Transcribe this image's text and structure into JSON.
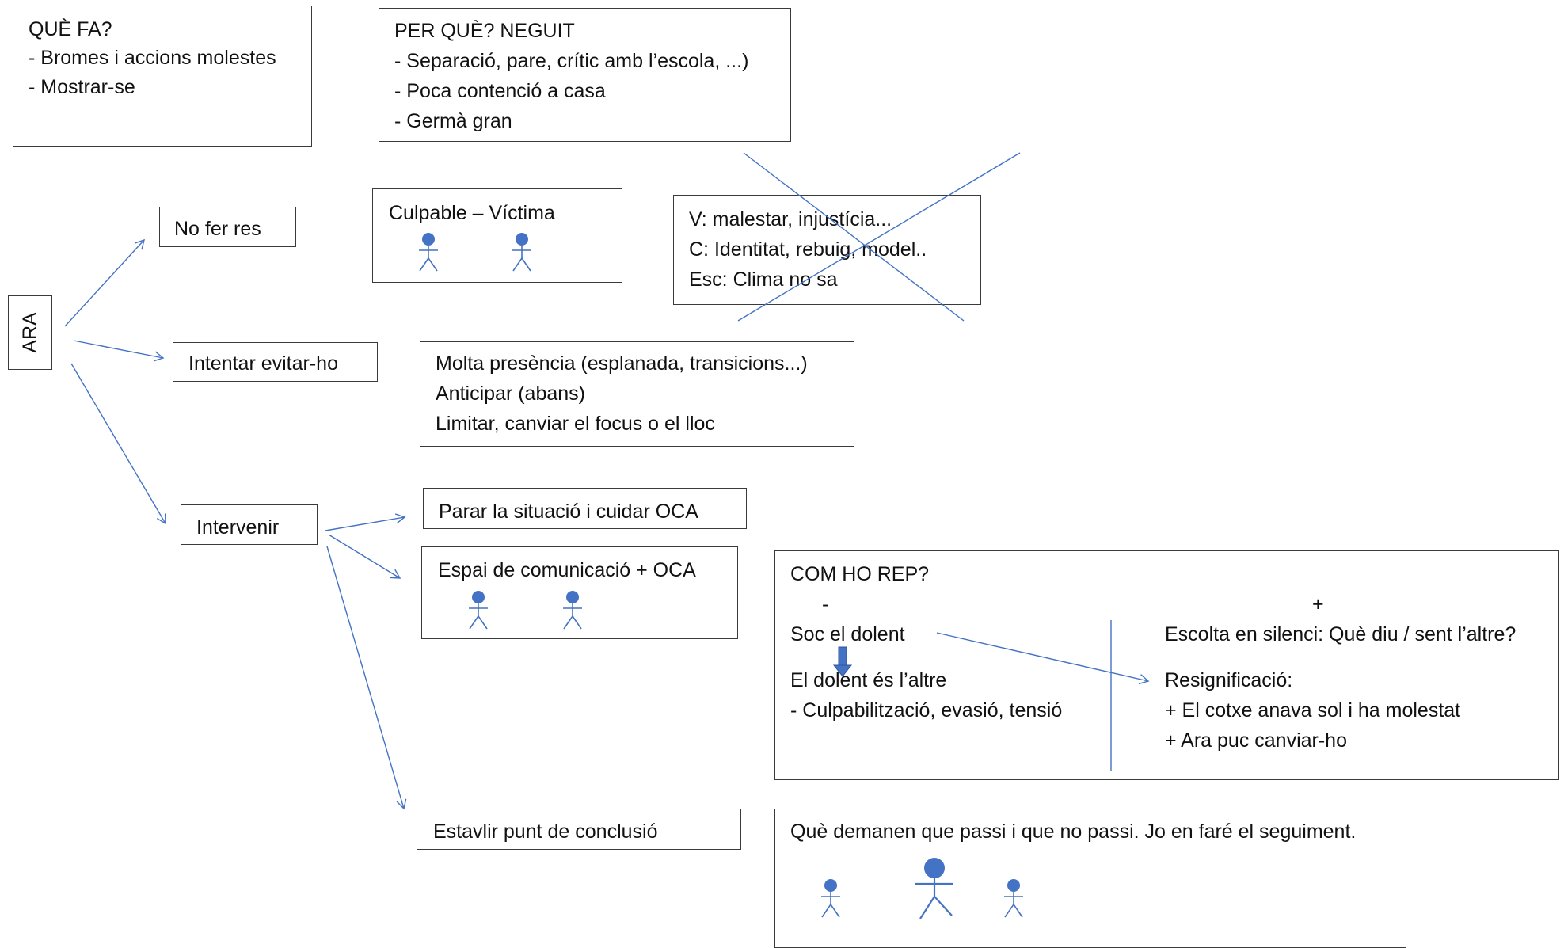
{
  "que_fa": {
    "title": "QUÈ FA?",
    "items": [
      "- Bromes i accions molestes",
      "- Mostrar-se"
    ]
  },
  "per_que": {
    "title": "PER QUÈ? NEGUIT",
    "items": [
      "- Separació, pare, crític amb l’escola, ...)",
      "- Poca contenció a casa",
      "- Germà gran"
    ]
  },
  "ara_label": "ARA",
  "options": {
    "no_fer_res": "No fer res",
    "intentar": "Intentar evitar-ho",
    "intervenir": "Intervenir"
  },
  "culpable_victima": {
    "title": "Culpable – Víctima"
  },
  "crossed_box": {
    "lines": [
      "V: malestar, injustícia...",
      "C: Identitat, rebuig, model..",
      "Esc: Clima no sa"
    ]
  },
  "evitar_box": {
    "lines": [
      "Molta presència (esplanada, transicions...)",
      "Anticipar (abans)",
      "Limitar, canviar el focus o el lloc"
    ]
  },
  "intervenir_steps": {
    "parar": "Parar la situació i cuidar OCA",
    "espai": "Espai de comunicació + OCA",
    "estavlir": "Estavlir punt de conclusió"
  },
  "com_ho_rep": {
    "title": "COM HO REP?",
    "minus_sign": "-",
    "plus_sign": "+",
    "left": {
      "line1": "Soc el dolent",
      "line2": "El dolent és l’altre",
      "line3": "- Culpabilització, evasió, tensió"
    },
    "right": {
      "line1": "Escolta en silenci: Què diu / sent l’altre?",
      "line2": "Resignificació:",
      "line3": "+ El cotxe anava sol i ha molestat",
      "line4": "+ Ara puc canviar-ho"
    }
  },
  "demanen_box": {
    "text": "Què demanen que passi i que no passi. Jo en faré el seguiment."
  },
  "colors": {
    "line": "#4472c4",
    "figure": "#4472c4",
    "border": "#3a3a3a",
    "text": "#111111"
  },
  "icons": [
    "stick-figure-icon",
    "down-arrow-icon"
  ]
}
